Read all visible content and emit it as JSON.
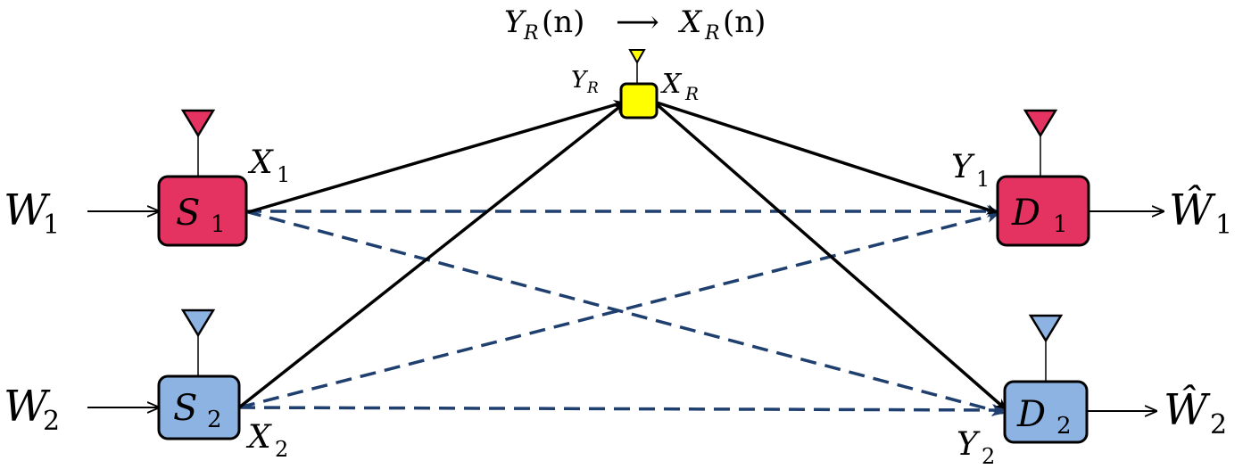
{
  "header_text": {
    "left_main": "Y",
    "left_sub": "R",
    "left_arg": "(n)",
    "arrow": "⟶",
    "right_main": "X",
    "right_sub": "R",
    "right_arg": "(n)"
  },
  "relay": {
    "in_main": "Y",
    "in_sub": "R",
    "out_main": "X",
    "out_sub": "R"
  },
  "sources": [
    {
      "input_main": "W",
      "input_sub": "1",
      "node_main": "S",
      "node_sub": "1",
      "tx_main": "X",
      "tx_sub": "1"
    },
    {
      "input_main": "W",
      "input_sub": "2",
      "node_main": "S",
      "node_sub": "2",
      "tx_main": "X",
      "tx_sub": "2"
    }
  ],
  "destinations": [
    {
      "rx_main": "Y",
      "rx_sub": "1",
      "node_main": "D",
      "node_sub": "1",
      "output_main": "Ŵ",
      "output_sub": "1"
    },
    {
      "rx_main": "Y",
      "rx_sub": "2",
      "node_main": "D",
      "node_sub": "2",
      "output_main": "Ŵ",
      "output_sub": "2"
    }
  ],
  "colors": {
    "user1": "#e53361",
    "user2": "#8db3e2",
    "relay": "#ffff00",
    "direct_link": "#1f3f6e",
    "relay_link": "#000000"
  }
}
